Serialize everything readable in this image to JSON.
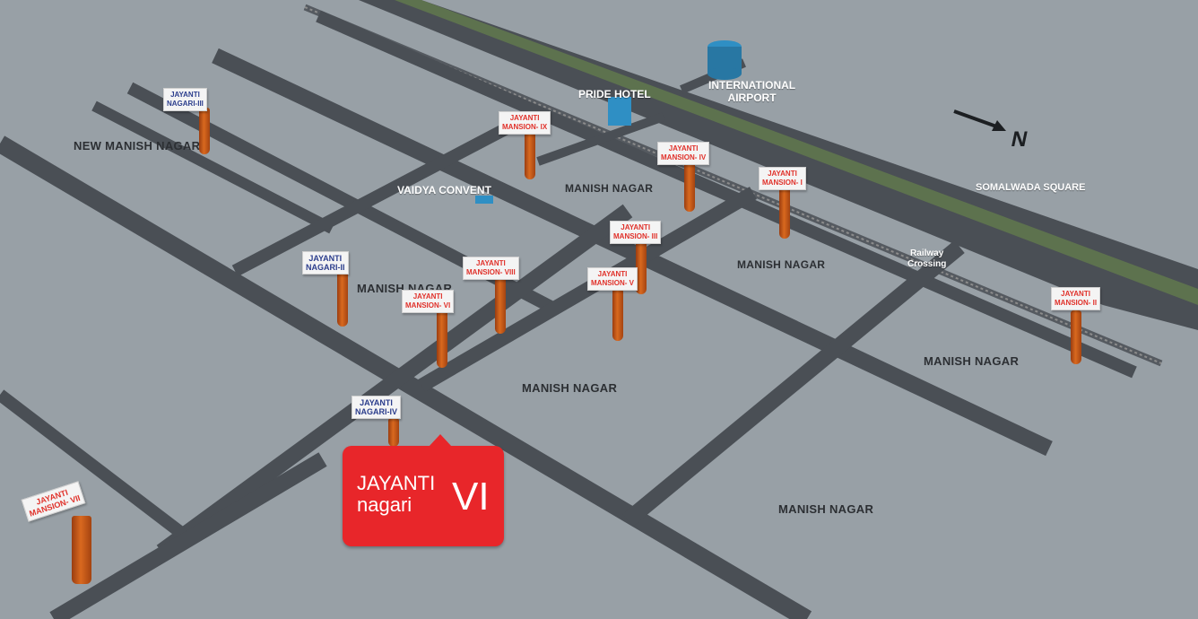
{
  "areas": {
    "new_manish_nagar": "NEW MANISH NAGAR",
    "manish_nagar_1": "MANISH NAGAR",
    "manish_nagar_2": "MANISH NAGAR",
    "manish_nagar_3": "MANISH NAGAR",
    "manish_nagar_4": "MANISH NAGAR",
    "manish_nagar_5": "MANISH NAGAR",
    "manish_nagar_6": "MANISH NAGAR"
  },
  "landmarks": {
    "vaidya_convent": "VAIDYA CONVENT",
    "pride_hotel": "PRIDE  HOTEL",
    "airport_line1": "INTERNATIONAL",
    "airport_line2": "AIRPORT",
    "somalwada_square": "SOMALWADA SQUARE",
    "railway_line1": "Railway",
    "railway_line2": "Crossing"
  },
  "compass": {
    "label": "N"
  },
  "signboards": {
    "nagari_iii": [
      "JAYANTI",
      "NAGARI-III"
    ],
    "nagari_ii": [
      "JAYANTI",
      "NAGARI-II"
    ],
    "nagari_iv": [
      "JAYANTI",
      "NAGARI-IV"
    ],
    "mansion_ix": [
      "JAYANTI",
      "MANSION- IX"
    ],
    "mansion_iv": [
      "JAYANTI",
      "MANSION- IV"
    ],
    "mansion_i": [
      "JAYANTI",
      "MANSION- I"
    ],
    "mansion_iii": [
      "JAYANTI",
      "MANSION- III"
    ],
    "mansion_viii": [
      "JAYANTI",
      "MANSION- VIII"
    ],
    "mansion_vi": [
      "JAYANTI",
      "MANSION- VI"
    ],
    "mansion_v": [
      "JAYANTI",
      "MANSION- V"
    ],
    "mansion_ii": [
      "JAYANTI",
      "MANSION- II"
    ],
    "mansion_vii": [
      "JAYANTI",
      "MANSION- VII"
    ]
  },
  "project_badge": {
    "line1": "JAYANTI",
    "line2": "nagari",
    "numeral": "VI"
  },
  "colors": {
    "ground": "#98a0a6",
    "road": "#4a4f55",
    "badge": "#e8262a",
    "pole": "#d9691f",
    "building": "#2f8fc4",
    "red_text": "#e0312a",
    "blue_text": "#2b3d8c"
  }
}
